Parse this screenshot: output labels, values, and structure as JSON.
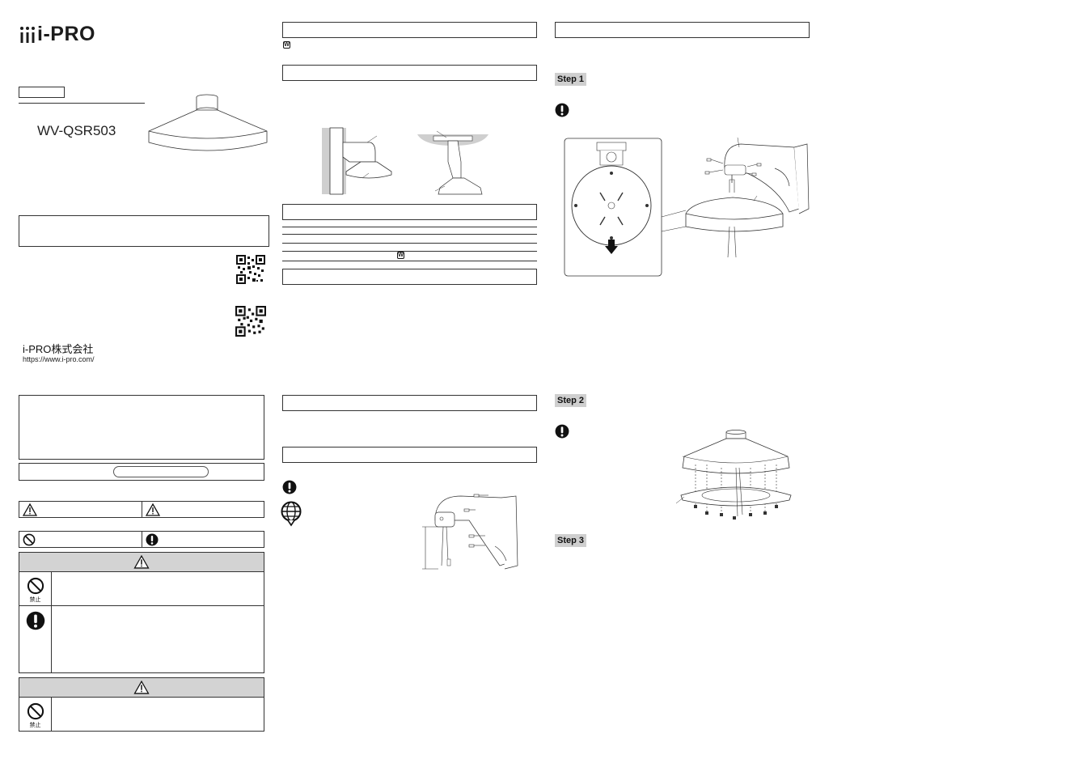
{
  "brand": {
    "logo_text": "i-PRO",
    "company_name": "i-PRO株式会社",
    "url": "https://www.i-pro.com/"
  },
  "product": {
    "model": "WV-QSR503"
  },
  "symbols": {
    "w_mark": "W",
    "prohibit_label": "禁止",
    "prohibit_label_2": "禁止"
  },
  "steps": {
    "step1": "Step 1",
    "step2": "Step 2",
    "step3": "Step 3"
  },
  "icons": [
    "warning-triangle-icon",
    "prohibit-icon",
    "mandatory-icon",
    "globe-icon",
    "qr-code-icon"
  ]
}
